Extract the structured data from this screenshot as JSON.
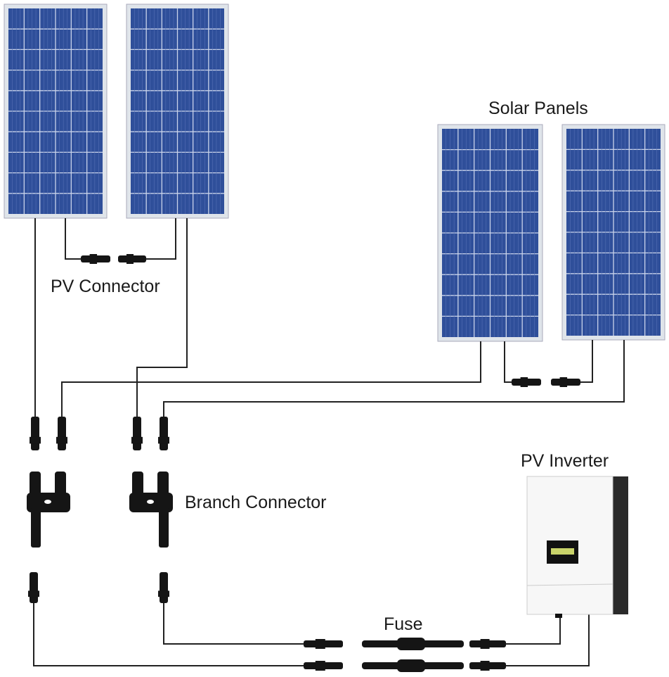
{
  "labels": {
    "solar_panels": "Solar Panels",
    "pv_connector": "PV Connector",
    "branch_connector": "Branch Connector",
    "pv_inverter": "PV Inverter",
    "fuse": "Fuse"
  },
  "colors": {
    "panel_cell": "#2f4f9a",
    "panel_frame": "#dfe4ea",
    "connector": "#151515",
    "inverter_body": "#f7f7f7",
    "inverter_side": "#2a2a2a",
    "lcd": "#c9d36a"
  }
}
